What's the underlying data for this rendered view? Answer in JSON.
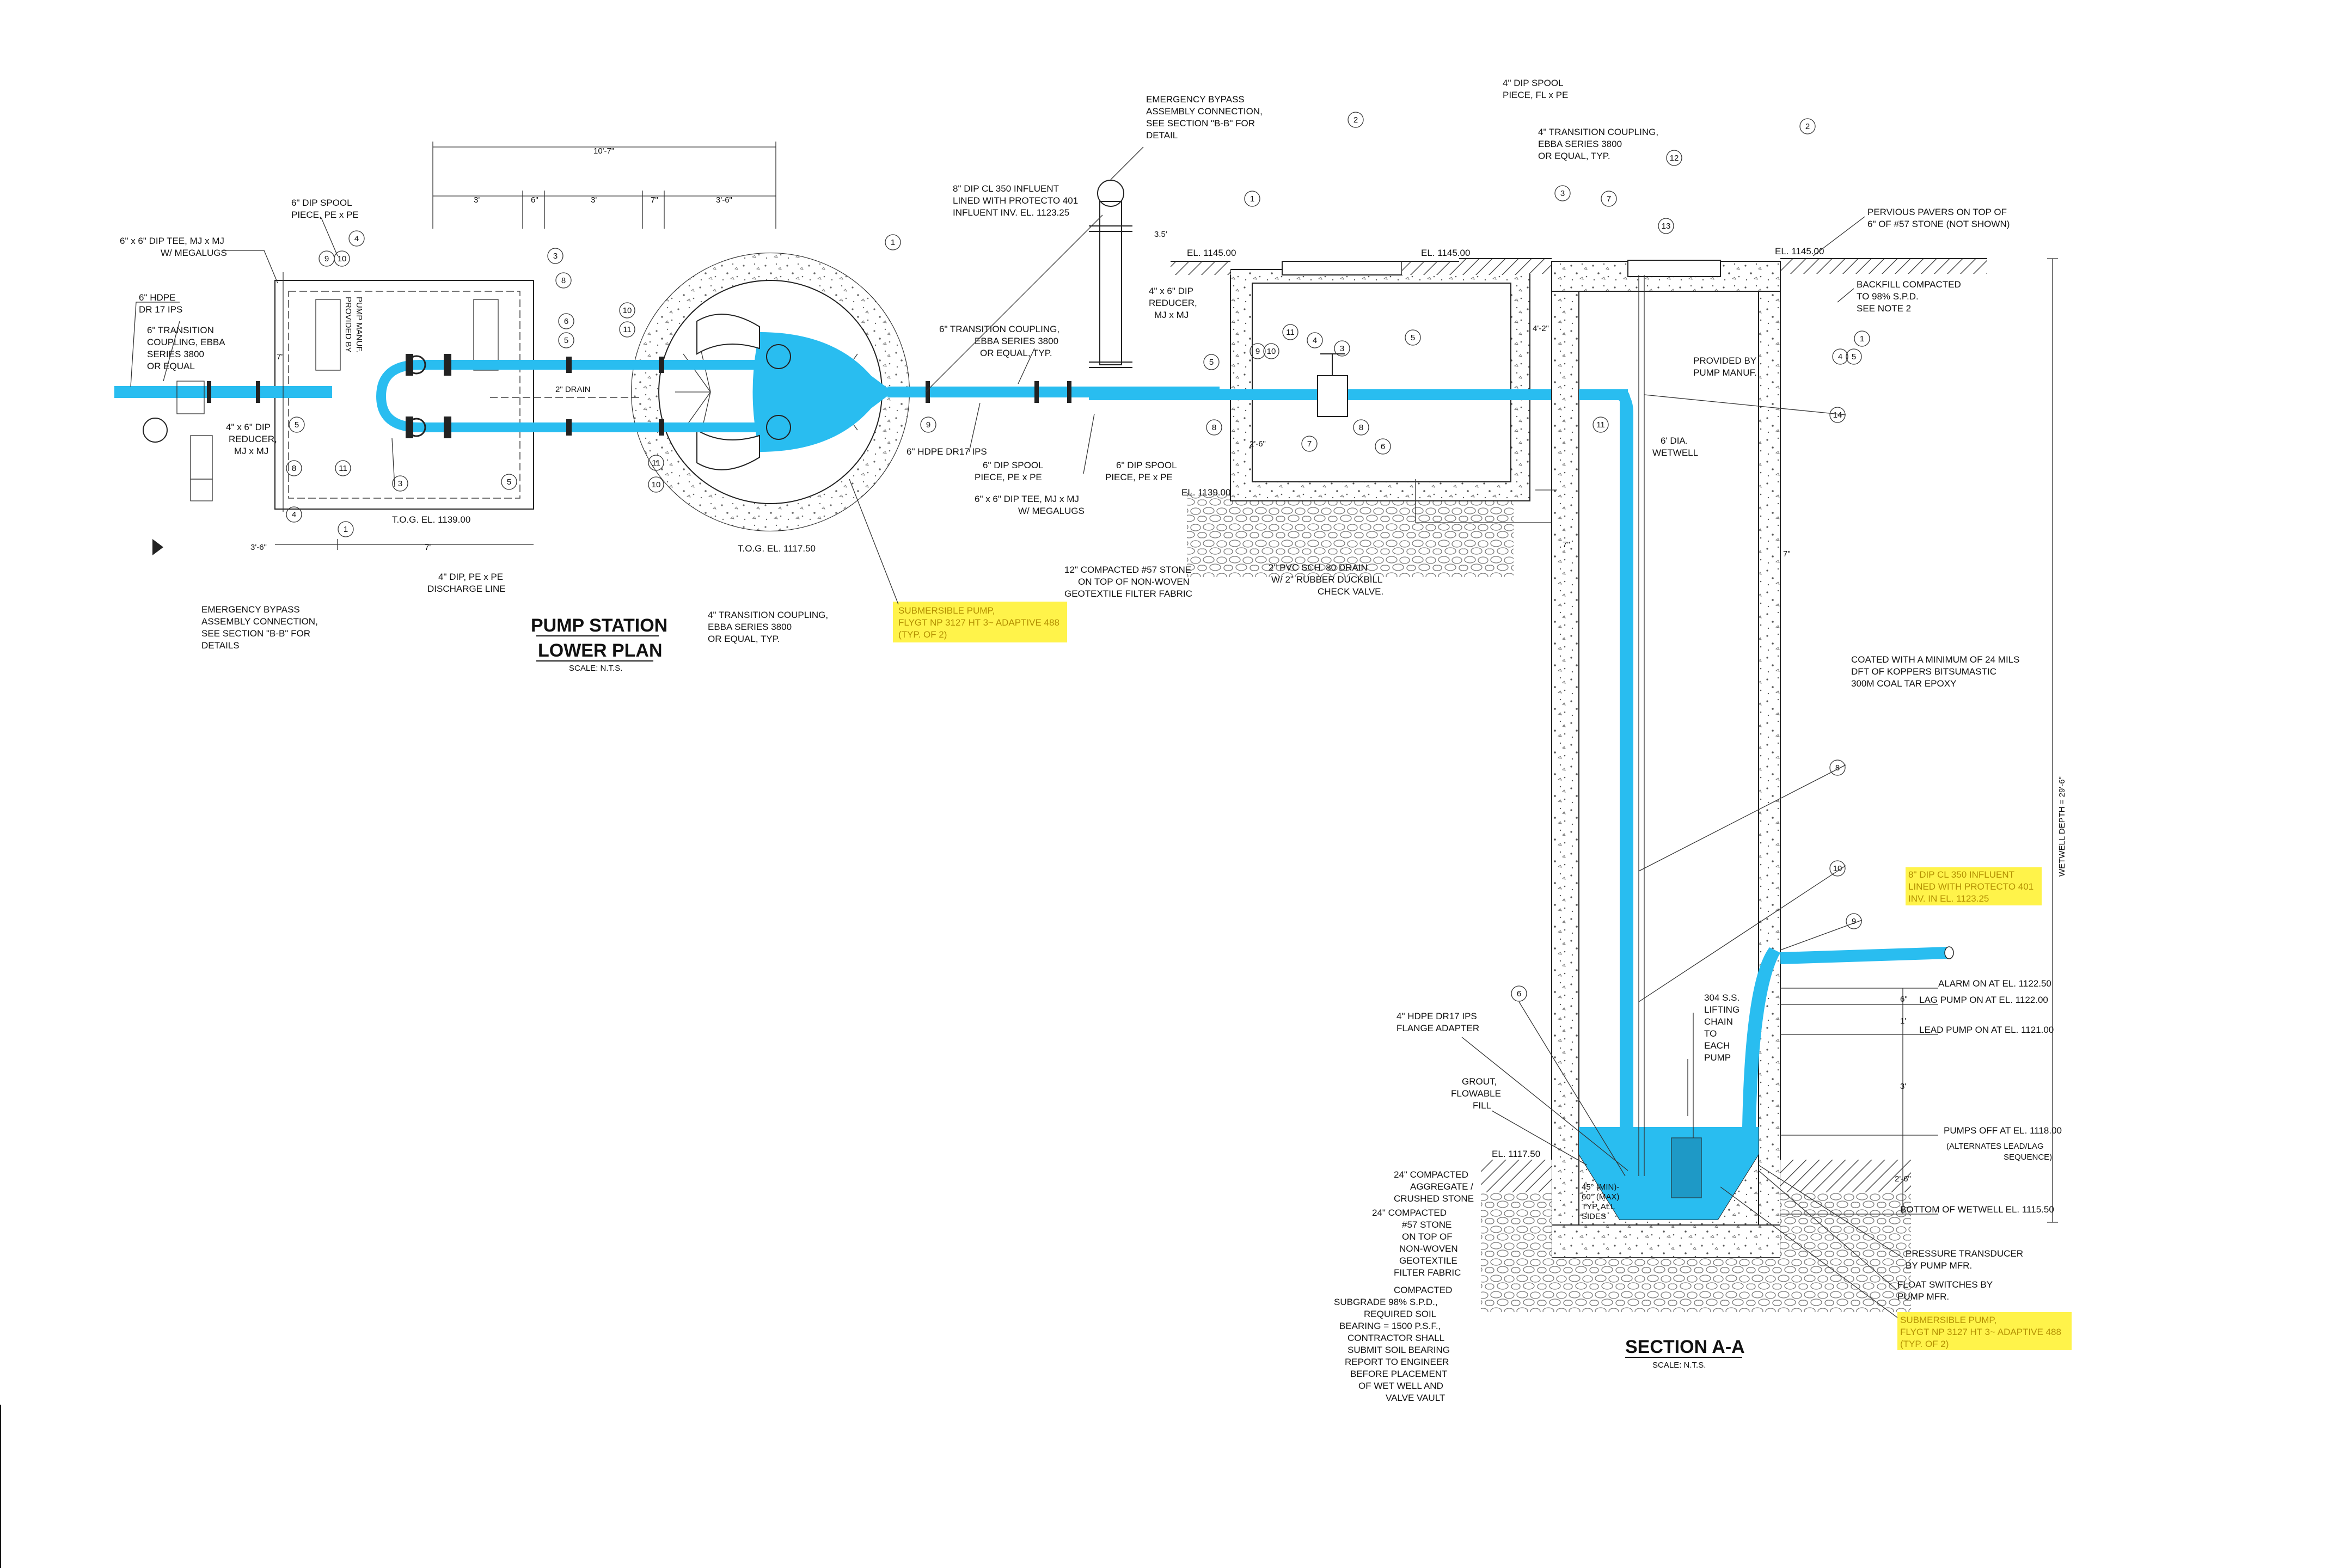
{
  "colors": {
    "water": "#29bdf0",
    "highlight": "#fff34a",
    "highlight_text": "#b38f00",
    "linework": "#222222"
  },
  "plan": {
    "title": "PUMP STATION",
    "subtitle": "LOWER PLAN",
    "scale": "SCALE: N.T.S.",
    "dims": {
      "overall": "10'-7\"",
      "d1": "3'",
      "d2": "6\"",
      "d3": "3'",
      "d4": "7\"",
      "d5": "3'-6\"",
      "d6": "3'-6\"",
      "d7": "7'",
      "d8": "7'",
      "drain": "2\" DRAIN"
    },
    "labels": {
      "tee_megalugs": [
        "6\" x 6\" DIP TEE, MJ x MJ",
        "W/ MEGALUGS"
      ],
      "hdpe": [
        "6\" HDPE",
        "DR 17 IPS"
      ],
      "trans_coupling": [
        "6\" TRANSITION",
        "COUPLING, EBBA",
        "SERIES 3800",
        "OR EQUAL"
      ],
      "spool": [
        "6\" DIP SPOOL",
        "PIECE, PE x PE"
      ],
      "reducer": [
        "4\" x 6\" DIP",
        "REDUCER,",
        "MJ x MJ"
      ],
      "bypass": [
        "EMERGENCY BYPASS",
        "ASSEMBLY CONNECTION,",
        "SEE SECTION \"B-B\" FOR",
        "DETAILS"
      ],
      "provided": [
        "PROVIDED BY",
        "PUMP MANUF."
      ],
      "tog_1139": "T.O.G. EL. 1139.00",
      "tog_1117": "T.O.G. EL. 1117.50",
      "discharge": [
        "4\" DIP, PE x PE",
        "DISCHARGE LINE"
      ],
      "trans_coupling_4": [
        "4\" TRANSITION COUPLING,",
        "EBBA SERIES 3800",
        "OR EQUAL, TYP."
      ]
    },
    "pump_note": [
      "SUBMERSIBLE PUMP,",
      "FLYGT NP 3127 HT 3~ ADAPTIVE 488",
      "(TYP. OF 2)"
    ]
  },
  "middle": {
    "bypass_top": [
      "EMERGENCY BYPASS",
      "ASSEMBLY CONNECTION,",
      "SEE SECTION \"B-B\" FOR",
      "DETAIL"
    ],
    "influent": [
      "8\" DIP CL 350 INFLUENT",
      "LINED WITH PROTECTO 401",
      "INFLUENT INV. EL. 1123.25"
    ],
    "trans_coupling": [
      "6\" TRANSITION COUPLING,",
      "EBBA SERIES 3800",
      "OR EQUAL, TYP."
    ],
    "hdpe_ips": "6\" HDPE DR17 IPS",
    "spool_a": [
      "6\" DIP SPOOL",
      "PIECE, PE x PE"
    ],
    "tee": [
      "6\" x 6\" DIP TEE, MJ x MJ",
      "W/ MEGALUGS"
    ],
    "spool_b": [
      "6\" DIP SPOOL",
      "PIECE, PE x PE"
    ],
    "stone": [
      "12\" COMPACTED #57 STONE",
      "ON TOP OF NON-WOVEN",
      "GEOTEXTILE FILTER FABRIC"
    ],
    "dim_35": "3.5'",
    "reducer": [
      "4\" x 6\" DIP",
      "REDUCER,",
      "MJ x MJ"
    ],
    "el_1145_a": "EL. 1145.00",
    "el_1145_b": "EL. 1145.00",
    "el_1139": "EL. 1139.00",
    "dim_26": "2'-6\"",
    "drain": [
      "2\" PVC SCH. 80 DRAIN",
      "W/ 2\" RUBBER DUCKBILL",
      "CHECK VALVE."
    ]
  },
  "section": {
    "title": "SECTION A-A",
    "scale": "SCALE: N.T.S.",
    "spool_fl": [
      "4\" DIP SPOOL",
      "PIECE, FL x PE"
    ],
    "trans_4": [
      "4\" TRANSITION COUPLING,",
      "EBBA SERIES 3800",
      "OR EQUAL, TYP."
    ],
    "pavers": [
      "PERVIOUS PAVERS ON TOP OF",
      "6\" OF #57 STONE (NOT SHOWN)"
    ],
    "el_1145": "EL. 1145.00",
    "backfill": [
      "BACKFILL COMPACTED",
      "TO 98% S.P.D.",
      "SEE NOTE 2"
    ],
    "dim_42": "4'-2\"",
    "provided": [
      "PROVIDED BY",
      "PUMP MANUF."
    ],
    "dia": [
      "6' DIA.",
      "WETWELL"
    ],
    "dim_7a": "7\"",
    "dim_7b": "7\"",
    "coated": [
      "COATED WITH A MINIMUM OF 24 MILS",
      "DFT OF KOPPERS BITSUMASTIC",
      "300M COAL TAR EPOXY"
    ],
    "depth": "WETWELL DEPTH = 29'-6\"",
    "influent_hl": [
      "8\" DIP CL 350 INFLUENT",
      "LINED WITH PROTECTO 401",
      "INV. IN EL. 1123.25"
    ],
    "alarm": "ALARM ON AT EL. 1122.50",
    "lag": "LAG PUMP ON AT EL. 1122.00",
    "lead": "LEAD PUMP ON AT EL. 1121.00",
    "off": "PUMPS OFF AT EL. 1118.00",
    "alt": [
      "(ALTERNATES LEAD/LAG",
      "SEQUENCE)"
    ],
    "bottom": "BOTTOM OF WETWELL EL. 1115.50",
    "d6": "6\"",
    "d1": "1'",
    "d3": "3'",
    "d26": "2'-6\"",
    "chain": [
      "304 S.S.",
      "LIFTING",
      "CHAIN",
      "TO",
      "EACH",
      "PUMP"
    ],
    "flange": [
      "4\" HDPE DR17 IPS",
      "FLANGE ADAPTER"
    ],
    "grout": [
      "GROUT,",
      "FLOWABLE",
      "FILL"
    ],
    "el_1117": "EL. 1117.50",
    "slope": [
      "45° (MIN)-",
      "60° (MAX)",
      "TYP. ALL",
      "SIDES"
    ],
    "agg": [
      "24\" COMPACTED",
      "AGGREGATE /",
      "CRUSHED STONE"
    ],
    "stone24": [
      "24\" COMPACTED",
      "#57 STONE",
      "ON TOP OF",
      "NON-WOVEN",
      "GEOTEXTILE",
      "FILTER FABRIC"
    ],
    "subgrade": [
      "COMPACTED",
      "SUBGRADE 98% S.P.D.,",
      "REQUIRED SOIL",
      "BEARING = 1500 P.S.F.,",
      "CONTRACTOR SHALL",
      "SUBMIT SOIL BEARING",
      "REPORT TO ENGINEER",
      "BEFORE PLACEMENT",
      "OF WET WELL AND",
      "VALVE VAULT"
    ],
    "transducer": [
      "PRESSURE TRANSDUCER",
      "BY PUMP MFR."
    ],
    "float": [
      "FLOAT SWITCHES BY",
      "PUMP MFR."
    ],
    "pump_hl": [
      "SUBMERSIBLE PUMP,",
      "FLYGT NP 3127 HT 3~ ADAPTIVE 488",
      "(TYP. OF 2)"
    ]
  }
}
